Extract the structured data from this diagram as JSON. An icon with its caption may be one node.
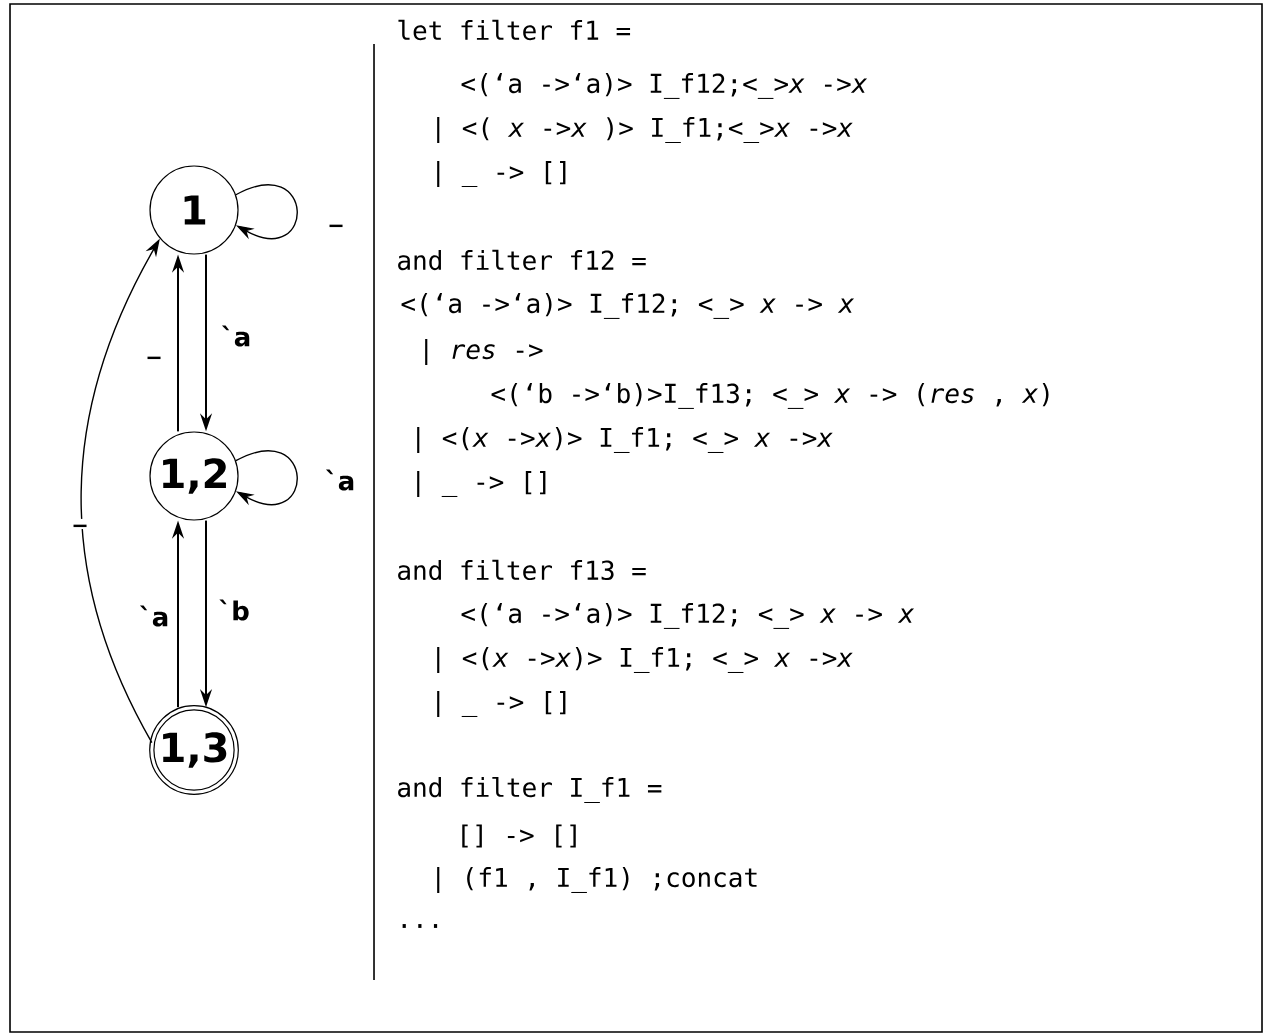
{
  "diagram": {
    "nodes": [
      {
        "text": [
          "1"
        ]
      },
      {
        "text": [
          "1,2"
        ]
      },
      {
        "text": [
          "1,3"
        ]
      }
    ],
    "edges": [
      {
        "from": 0,
        "to": 0,
        "arrow": "to",
        "label": "_"
      },
      {
        "from": 0,
        "to": 1,
        "arrow": "to",
        "label": "`a"
      },
      {
        "from": 1,
        "to": 0,
        "arrow": "to",
        "label": "_"
      },
      {
        "from": 1,
        "to": 1,
        "arrow": "to",
        "label": "`a"
      },
      {
        "from": 1,
        "to": 2,
        "arrow": "to",
        "label": "`b"
      },
      {
        "from": 2,
        "to": 1,
        "arrow": "to",
        "label": "`a"
      },
      {
        "from": 2,
        "to": 0,
        "arrow": "to",
        "label": "_"
      }
    ],
    "labels": [
      "let filter f1 =",
      "<(‘a ->‘a)> I_f12;<_>*x* ->*x*",
      "| <( *x* ->*x* )> I_f1;<_>*x* ->*x*",
      "| _ -> []",
      "and filter f12 =",
      "<(‘a ->‘a)> I_f12; <_> *x* -> *x*",
      "| *res* ->",
      "<(‘b ->‘b)>I_f13; <_> *x* -> (*res* , *x*)",
      "| <(*x* ->*x*)> I_f1; <_> *x* ->*x*",
      "| _ -> []",
      "and filter f13 =",
      "<(‘a ->‘a)> I_f12; <_> *x* -> *x*",
      "| <(*x* ->*x*)> I_f1; <_> *x* ->*x*",
      "| _ -> []",
      "and filter I_f1 =",
      "[] -> []",
      "| (f1 , I_f1) ;concat",
      "..."
    ]
  }
}
